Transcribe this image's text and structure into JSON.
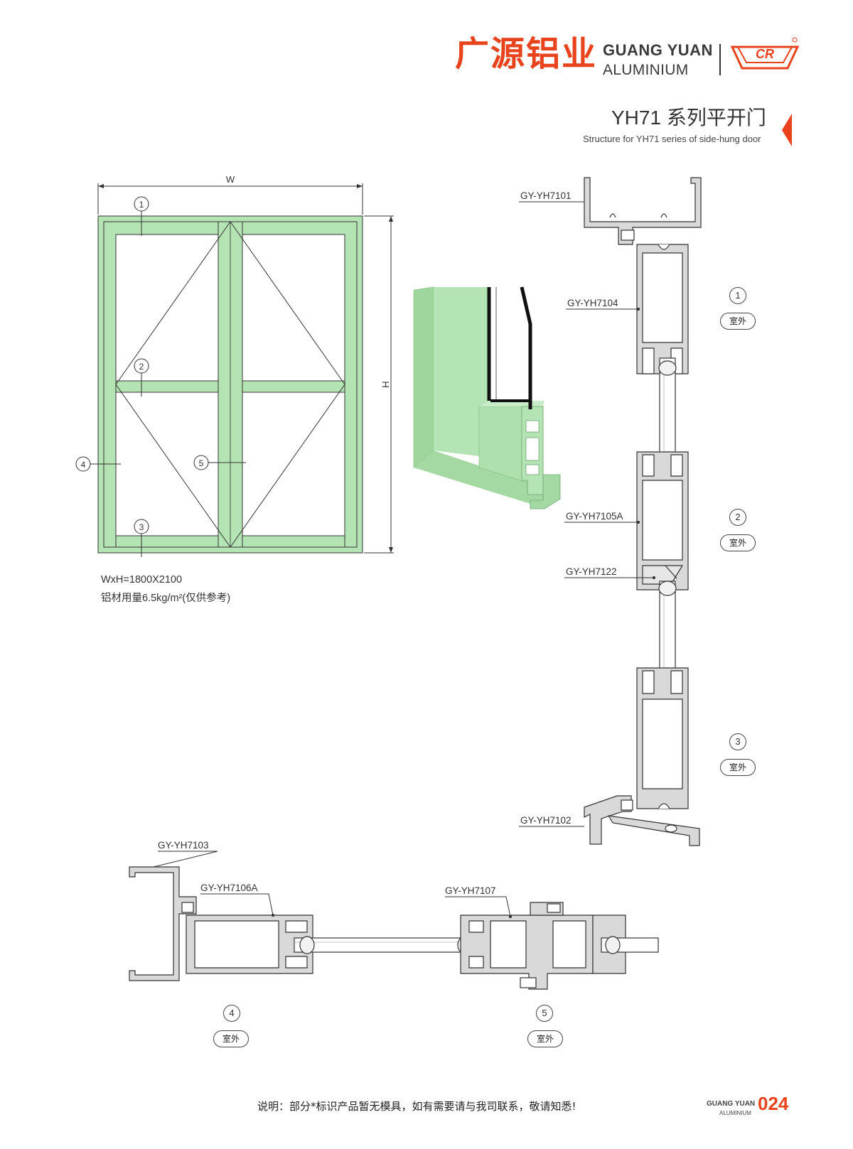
{
  "brand": {
    "name_cn": "广源铝业",
    "name_en_line1": "GUANG YUAN",
    "name_en_line2": "ALUMINIUM",
    "logo_text": "CR"
  },
  "title": {
    "cn": "YH71 系列平开门",
    "en": "Structure for YH71 series of side-hung door"
  },
  "elevation": {
    "width_label": "W",
    "height_label": "H",
    "spec_size": "WxH=1800X2100",
    "spec_weight": "铝材用量6.5kg/m²(仅供参考)",
    "frame_color": "#b4e3b4",
    "markers": [
      "1",
      "2",
      "3",
      "4",
      "5"
    ]
  },
  "profiles": {
    "p7101": "GY-YH7101",
    "p7104": "GY-YH7104",
    "p7105a": "GY-YH7105A",
    "p7122": "GY-YH7122",
    "p7102": "GY-YH7102",
    "p7103": "GY-YH7103",
    "p7106a": "GY-YH7106A",
    "p7107": "GY-YH7107"
  },
  "sections": {
    "s1": "1",
    "s2": "2",
    "s3": "3",
    "s4": "4",
    "s5": "5",
    "outdoor": "室外"
  },
  "footer": {
    "note": "说明：部分*标识产品暂无模具，如有需要请与我司联系，敬请知悉!",
    "brand_line1": "GUANG YUAN",
    "brand_line2": "ALUMINIUM",
    "page": "024"
  },
  "colors": {
    "accent": "#e8431c",
    "profile_fill": "#d9d9d9",
    "profile_stroke": "#333333",
    "green": "#b4e3b4"
  }
}
